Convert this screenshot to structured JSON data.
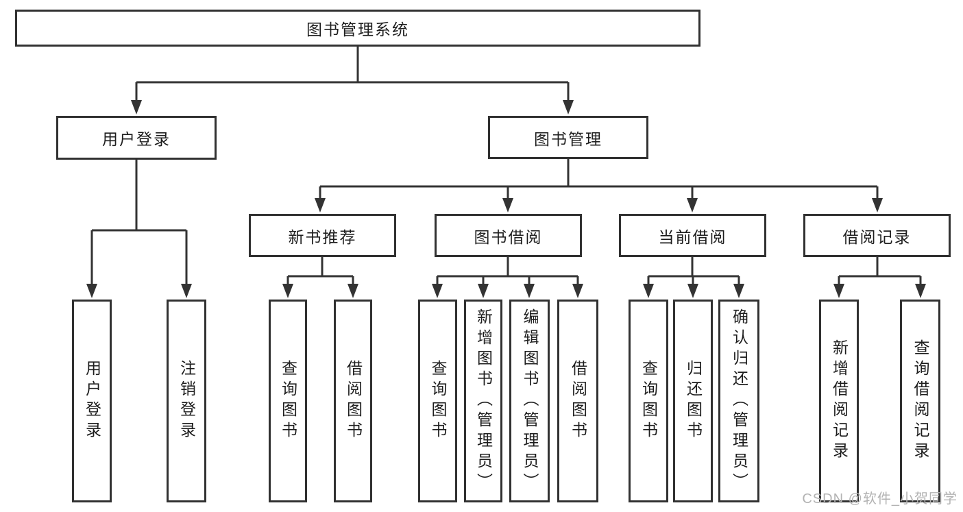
{
  "watermark": "CSDN @软件_小贺同学",
  "colors": {
    "line": "#333333",
    "box_border": "#313131",
    "text": "#1e1e1e",
    "watermark": "#b3b3b3",
    "background": "#ffffff"
  },
  "tree": {
    "root": {
      "label": "图书管理系统"
    },
    "branches": [
      {
        "label": "用户登录",
        "children": [
          {
            "label": "用户登录"
          },
          {
            "label": "注销登录"
          }
        ]
      },
      {
        "label": "图书管理",
        "children": [
          {
            "label": "新书推荐",
            "children": [
              {
                "label": "查询图书"
              },
              {
                "label": "借阅图书"
              }
            ]
          },
          {
            "label": "图书借阅",
            "children": [
              {
                "label": "查询图书"
              },
              {
                "label": "新增图书（管理员）"
              },
              {
                "label": "编辑图书（管理员）"
              },
              {
                "label": "借阅图书"
              }
            ]
          },
          {
            "label": "当前借阅",
            "children": [
              {
                "label": "查询图书"
              },
              {
                "label": "归还图书"
              },
              {
                "label": "确认归还（管理员）"
              }
            ]
          },
          {
            "label": "借阅记录",
            "children": [
              {
                "label": "新增借阅记录"
              },
              {
                "label": "查询借阅记录"
              }
            ]
          }
        ]
      }
    ]
  }
}
